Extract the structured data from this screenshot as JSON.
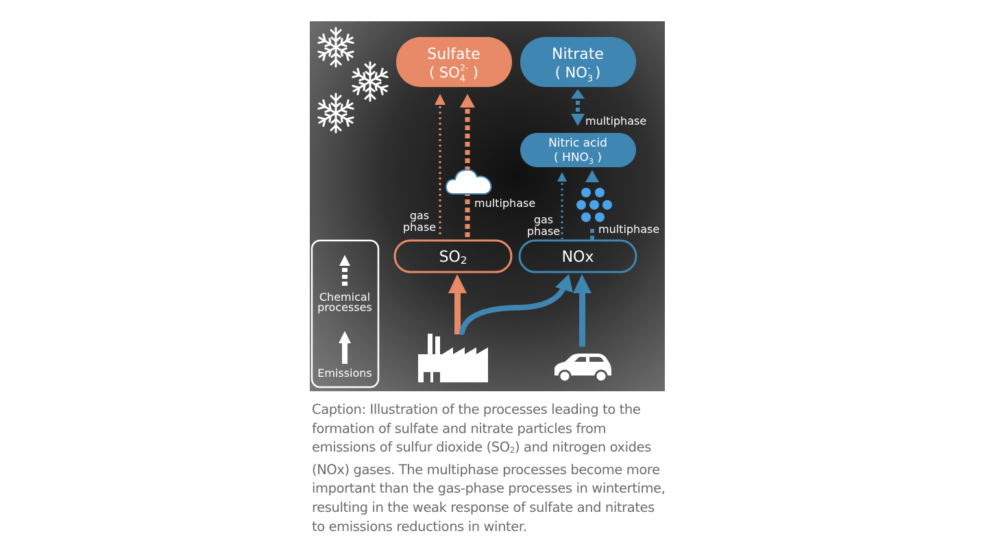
{
  "diagram": {
    "sulfate": {
      "name": "Sulfate",
      "formula": "( SO",
      "sub": "4",
      "sup": "2-",
      "close": " )"
    },
    "nitrate": {
      "name": "Nitrate",
      "formula": "( NO",
      "sub": "3",
      "sup": "-",
      "close": " )"
    },
    "nitric_acid": {
      "name": "Nitric acid",
      "formula": "( HNO",
      "sub": "3",
      "close": " )"
    },
    "so2": {
      "label": "SO",
      "sub": "2"
    },
    "nox": {
      "label": "NOx"
    },
    "labels": {
      "multiphase_sulfate": "multiphase",
      "multiphase_nitrate": "multiphase",
      "multiphase_nitric": "multiphase",
      "gas_so2_1": "gas",
      "gas_so2_2": "phase",
      "gas_nox_1": "gas",
      "gas_nox_2": "phase"
    },
    "legend": {
      "chemical_1": "Chemical",
      "chemical_2": "processes",
      "emissions": "Emissions"
    },
    "colors": {
      "sulfate": "#e88a67",
      "nitrate": "#3f86b3",
      "white": "#ffffff",
      "droplet": "#4aa3e8"
    }
  },
  "caption": {
    "before": "Caption: Illustration of the processes leading to the formation of sulfate and nitrate particles from emissions of sulfur dioxide (SO",
    "sub": "2",
    "after": ") and nitrogen oxides (NOx) gases. The multiphase processes become more important than the gas-phase processes in wintertime, resulting in the weak response of sulfate and nitrates to emissions reductions in winter."
  }
}
